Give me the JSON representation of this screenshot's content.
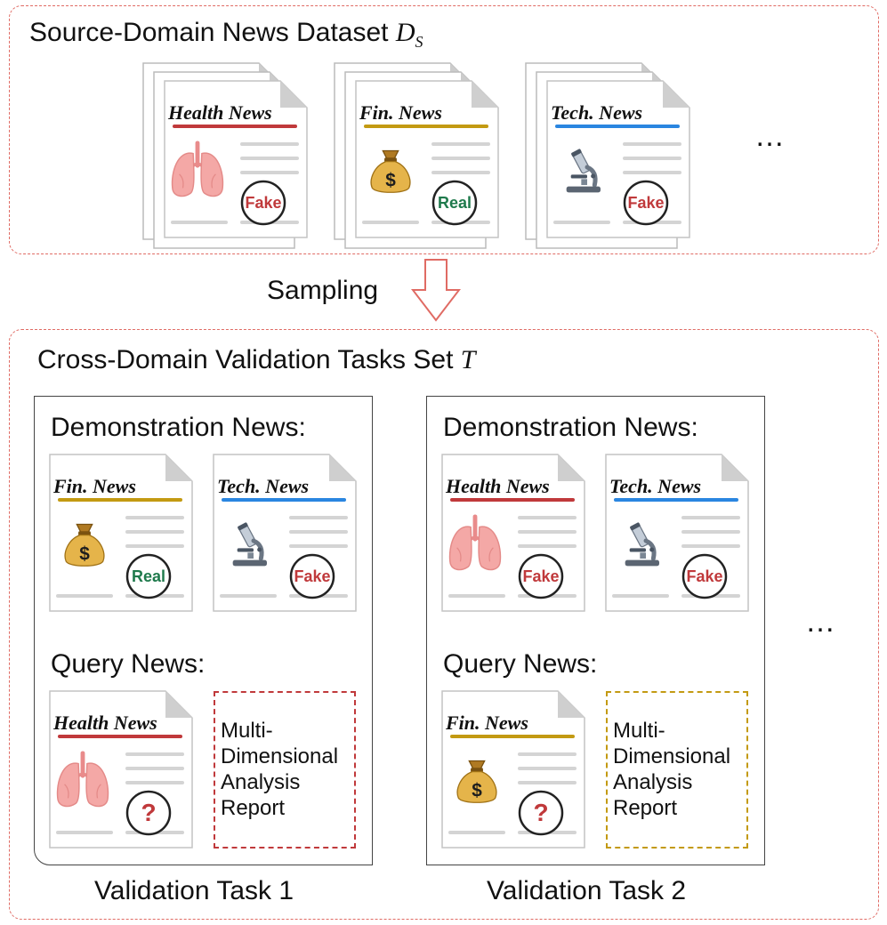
{
  "source": {
    "title": "Source-Domain News Dataset",
    "title_symbol": "D",
    "title_sub": "S",
    "ellipsis": "…"
  },
  "sampling_label": "Sampling",
  "tasks_set": {
    "title": "Cross-Domain Validation Tasks Set",
    "title_symbol": "T",
    "ellipsis": "…"
  },
  "news_labels": {
    "health": "Health News",
    "fin": "Fin. News",
    "tech": "Tech. News"
  },
  "verdicts": {
    "fake": "Fake",
    "real": "Real",
    "unknown": "?"
  },
  "task1": {
    "demo_label": "Demonstration News:",
    "query_label": "Query News:",
    "report_lines": [
      "Multi-",
      "Dimensional",
      "Analysis",
      "Report"
    ],
    "caption": "Validation Task 1"
  },
  "task2": {
    "demo_label": "Demonstration News:",
    "query_label": "Query News:",
    "report_lines": [
      "Multi-",
      "Dimensional",
      "Analysis",
      "Report"
    ],
    "caption": "Validation Task 2"
  },
  "colors": {
    "health": "#c0393b",
    "fin": "#c39a12",
    "tech": "#2a86e0",
    "fake_text": "#c0393b",
    "real_text": "#1f7a4c",
    "dashed_border": "#e06b64",
    "report1_border": "#c0393b",
    "report2_border": "#c39a12"
  },
  "icons": {
    "health": "lungs-icon",
    "fin": "money-bag-icon",
    "tech": "microscope-icon"
  }
}
